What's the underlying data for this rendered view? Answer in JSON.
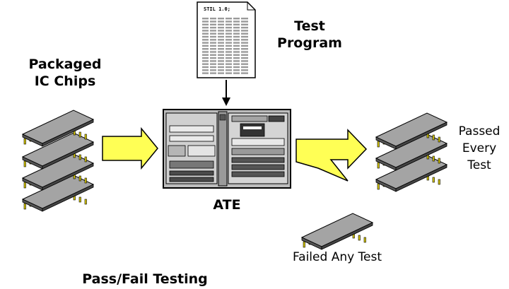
{
  "labels": {
    "packaged_chips": [
      "Packaged",
      "IC Chips"
    ],
    "test_program": [
      "Test",
      "Program"
    ],
    "program_header": "STIL 1.0;",
    "ate": "ATE",
    "passed": [
      "Passed",
      "Every",
      "Test"
    ],
    "failed": "Failed Any Test",
    "title": "Pass/Fail Testing"
  },
  "colors": {
    "arrow_fill": "#ffff55",
    "chip_top": "#a4a4a4",
    "chip_side": "#555555",
    "pin": "#d8c900",
    "ate_panel": "#c8c8c8",
    "ate_dark": "#7a7a7a",
    "document_lines": "#9a9a9a"
  }
}
